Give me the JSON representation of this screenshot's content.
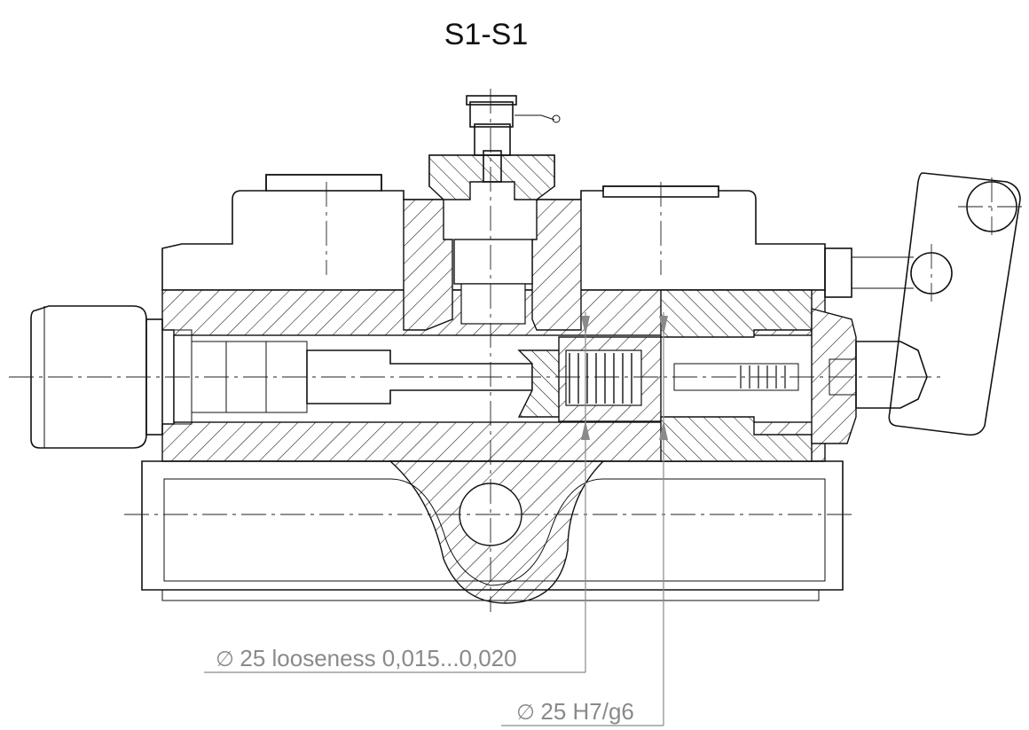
{
  "drawing": {
    "section_title": "S1-S1",
    "dimensions": [
      {
        "symbol": "∅",
        "text": "25 looseness 0,015...0,020"
      },
      {
        "symbol": "∅",
        "text": "25 H7/g6"
      }
    ]
  }
}
